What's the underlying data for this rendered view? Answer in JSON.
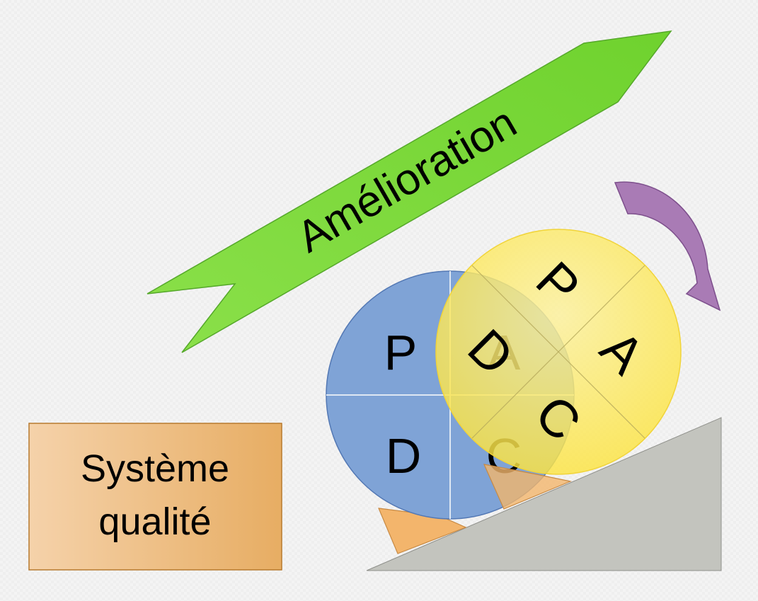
{
  "banner": {
    "text": "Amélioration"
  },
  "quality_box": {
    "line1": "Système",
    "line2": "qualité"
  },
  "circle_back": {
    "p": "P",
    "a": "A",
    "d": "D",
    "c": "C"
  },
  "circle_front": {
    "p": "P",
    "a": "A",
    "c": "C",
    "d": "D"
  },
  "colors": {
    "banner_fill": "#7ed63c",
    "blue_circle": "#7fa3d6",
    "yellow_circle": "#fde64a",
    "ramp": "#c3c4be",
    "wedge": "#f2b26a",
    "box": "#e9b26e",
    "rotation_arrow": "#a97bb5"
  }
}
